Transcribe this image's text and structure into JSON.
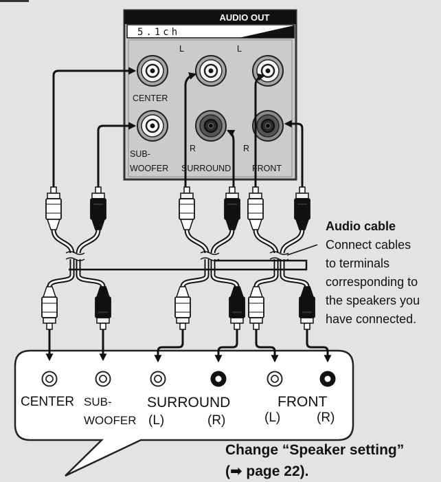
{
  "colors": {
    "background": "#e3e3e3",
    "panel": "#cbcbcb",
    "white_plug": "#ffffff",
    "black_plug": "#111111"
  },
  "panel": {
    "title": "AUDIO OUT",
    "mode": "5.1ch",
    "labels": {
      "surround_l": "L",
      "front_l": "L",
      "center": "CENTER",
      "sub_line1": "SUB-",
      "sub_line2": "WOOFER",
      "surround_r": "R",
      "surround": "SURROUND",
      "front_r": "R",
      "front": "FRONT"
    }
  },
  "callout": {
    "title": "Audio cable",
    "lines": [
      "Connect cables",
      "to terminals",
      "corresponding to",
      "the speakers you",
      "have connected."
    ]
  },
  "speakers": {
    "center": "CENTER",
    "sub_line1": "SUB-",
    "sub_line2": "WOOFER",
    "surround": "SURROUND",
    "surround_l": "(L)",
    "surround_r": "(R)",
    "front": "FRONT",
    "front_l": "(L)",
    "front_r": "(R)"
  },
  "note": {
    "line1": "Change “Speaker setting”",
    "line2": "(➡ page 22)."
  }
}
